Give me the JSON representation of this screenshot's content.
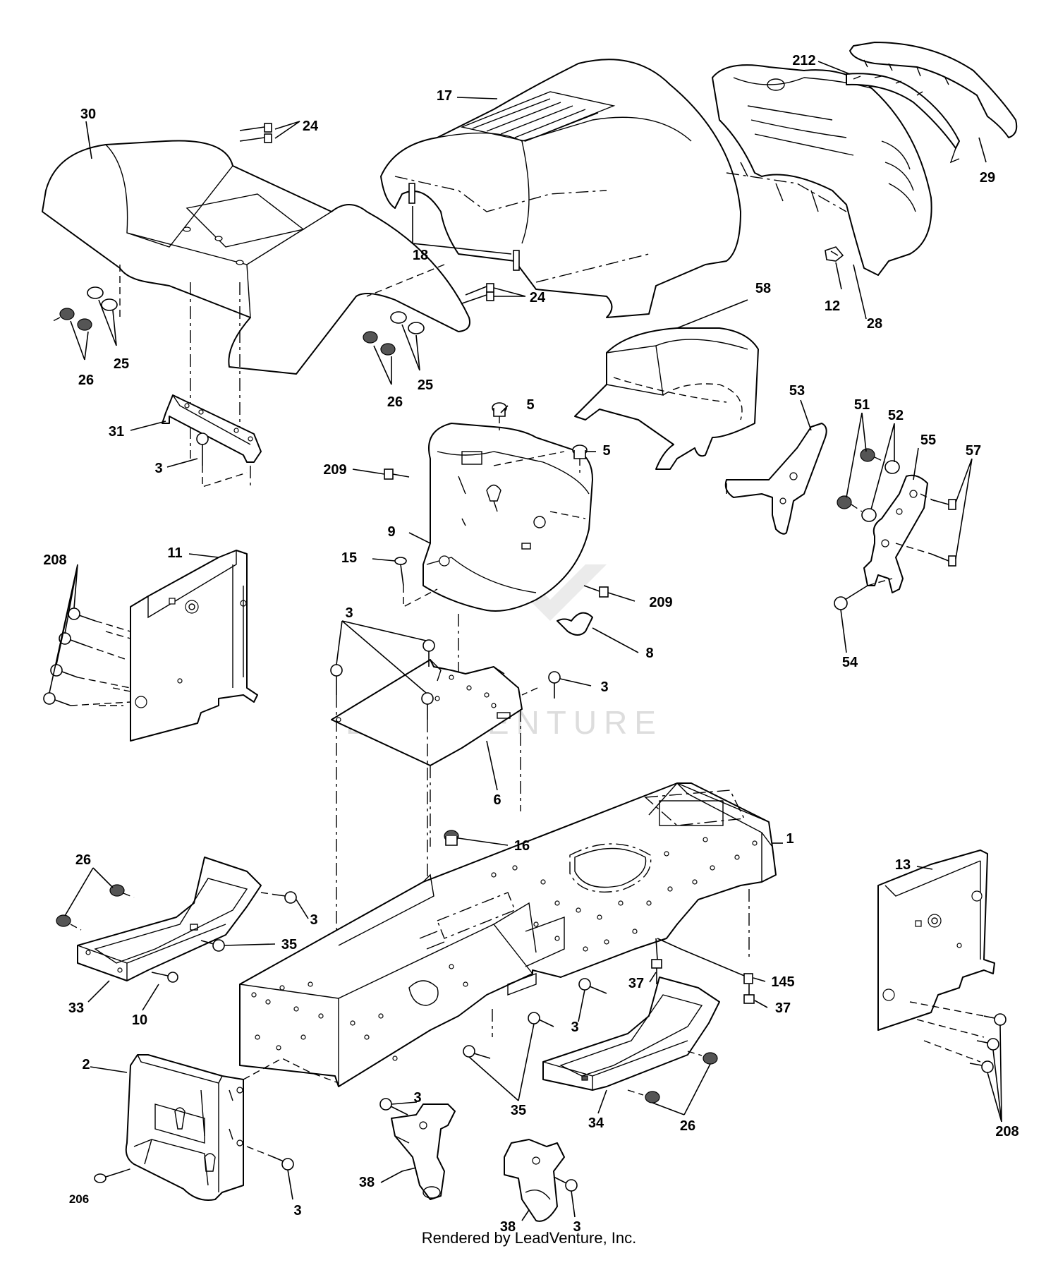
{
  "watermark": "LEADVENTURE",
  "footer": "Rendered by LeadVenture, Inc.",
  "callouts": [
    {
      "id": "c30",
      "text": "30"
    },
    {
      "id": "c24a",
      "text": "24"
    },
    {
      "id": "c17",
      "text": "17"
    },
    {
      "id": "c212",
      "text": "212"
    },
    {
      "id": "c29",
      "text": "29"
    },
    {
      "id": "c18",
      "text": "18"
    },
    {
      "id": "c24b",
      "text": "24"
    },
    {
      "id": "c12",
      "text": "12"
    },
    {
      "id": "c28",
      "text": "28"
    },
    {
      "id": "c25a",
      "text": "25"
    },
    {
      "id": "c26a",
      "text": "26"
    },
    {
      "id": "c25b",
      "text": "25"
    },
    {
      "id": "c26b",
      "text": "26"
    },
    {
      "id": "c58",
      "text": "58"
    },
    {
      "id": "c5a",
      "text": "5"
    },
    {
      "id": "c5b",
      "text": "5"
    },
    {
      "id": "c53",
      "text": "53"
    },
    {
      "id": "c51",
      "text": "51"
    },
    {
      "id": "c52",
      "text": "52"
    },
    {
      "id": "c55",
      "text": "55"
    },
    {
      "id": "c57",
      "text": "57"
    },
    {
      "id": "c31",
      "text": "31"
    },
    {
      "id": "c3a",
      "text": "3"
    },
    {
      "id": "c209a",
      "text": "209"
    },
    {
      "id": "c9",
      "text": "9"
    },
    {
      "id": "c15",
      "text": "15"
    },
    {
      "id": "c209b",
      "text": "209"
    },
    {
      "id": "c208a",
      "text": "208"
    },
    {
      "id": "c11",
      "text": "11"
    },
    {
      "id": "c3b",
      "text": "3"
    },
    {
      "id": "c8",
      "text": "8"
    },
    {
      "id": "c3c",
      "text": "3"
    },
    {
      "id": "c54",
      "text": "54"
    },
    {
      "id": "c6",
      "text": "6"
    },
    {
      "id": "c16",
      "text": "16"
    },
    {
      "id": "c1",
      "text": "1"
    },
    {
      "id": "c26c",
      "text": "26"
    },
    {
      "id": "c3d",
      "text": "3"
    },
    {
      "id": "c13",
      "text": "13"
    },
    {
      "id": "c35a",
      "text": "35"
    },
    {
      "id": "c33",
      "text": "33"
    },
    {
      "id": "c10",
      "text": "10"
    },
    {
      "id": "c37a",
      "text": "37"
    },
    {
      "id": "c145",
      "text": "145"
    },
    {
      "id": "c37b",
      "text": "37"
    },
    {
      "id": "c3e",
      "text": "3"
    },
    {
      "id": "c2",
      "text": "2"
    },
    {
      "id": "c35b",
      "text": "35"
    },
    {
      "id": "c34",
      "text": "34"
    },
    {
      "id": "c208b",
      "text": "208"
    },
    {
      "id": "c26d",
      "text": "26"
    },
    {
      "id": "c3f",
      "text": "3"
    },
    {
      "id": "c38a",
      "text": "38"
    },
    {
      "id": "c206",
      "text": "206"
    },
    {
      "id": "c3g",
      "text": "3"
    },
    {
      "id": "c38b",
      "text": "38"
    },
    {
      "id": "c3h",
      "text": "3"
    }
  ]
}
